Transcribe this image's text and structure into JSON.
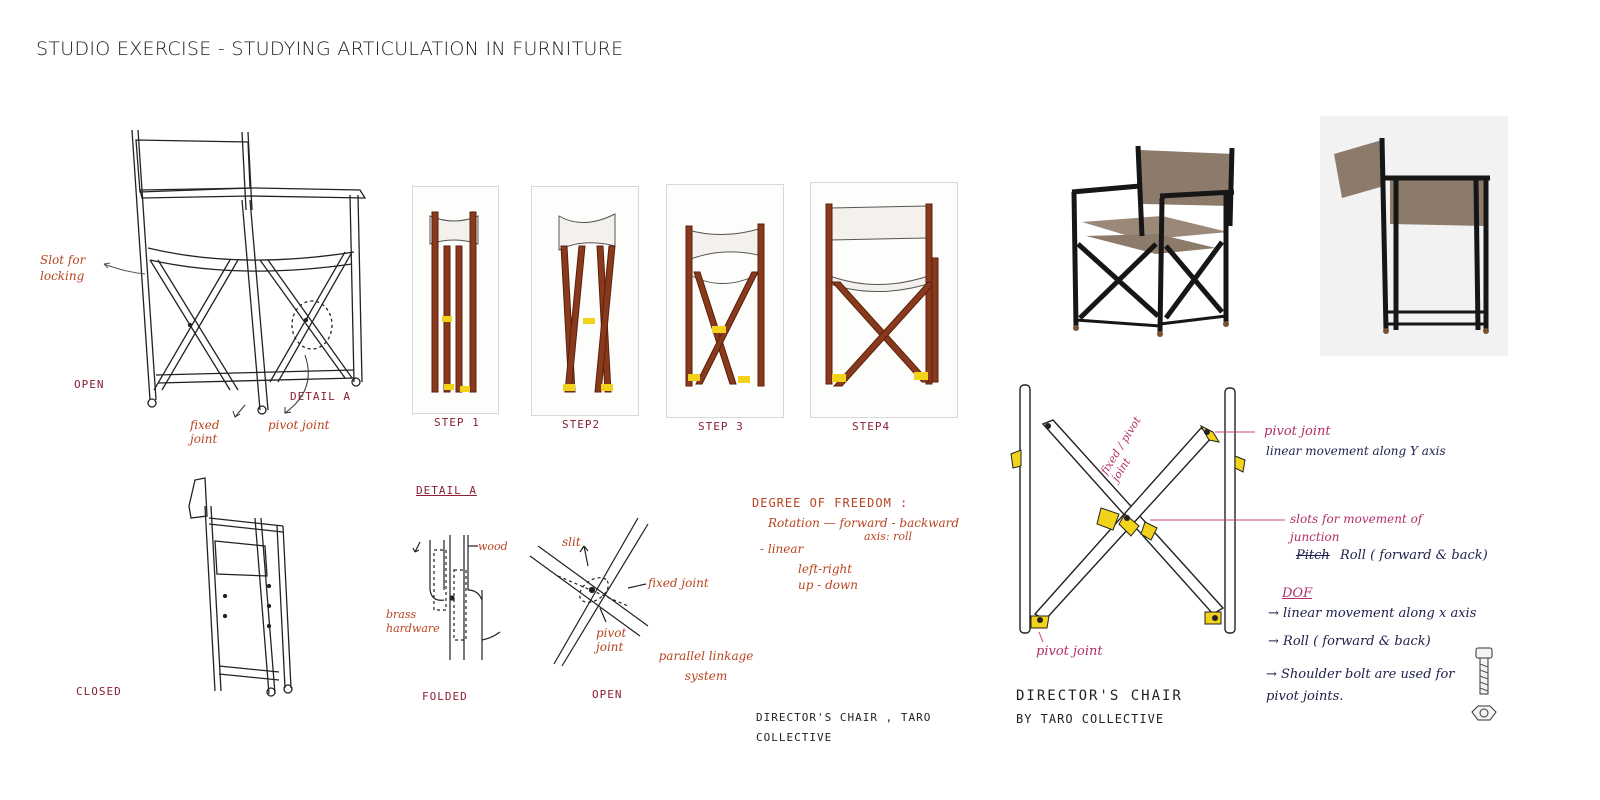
{
  "page": {
    "title": "STUDIO EXERCISE - STUDYING ARTICULATION IN FURNITURE"
  },
  "open_chair": {
    "slot_label": "Slot for locking",
    "state_label": "OPEN",
    "detail_label": "DETAIL A",
    "fixed_label": "fixed joint",
    "pivot_label": "pivot joint"
  },
  "closed_chair": {
    "state_label": "CLOSED"
  },
  "steps": [
    {
      "label": "STEP 1"
    },
    {
      "label": "STEP2"
    },
    {
      "label": "STEP 3"
    },
    {
      "label": "STEP4"
    }
  ],
  "detail_a": {
    "heading": "DETAIL A",
    "wood": "wood",
    "brass": "brass hardware",
    "slit": "slit",
    "fixed": "fixed joint",
    "pivot": "pivot joint",
    "linkage": "parallel linkage system",
    "folded": "FOLDED",
    "open": "OPEN"
  },
  "dof_notes": {
    "heading": "DEGREE OF FREEDOM :",
    "rotation": "Rotation — forward - backward",
    "axis": "axis: roll",
    "linear": "- linear",
    "lr": "left-right",
    "ud": "up - down",
    "credit": "DIRECTOR'S CHAIR , TARO COLLECTIVE"
  },
  "mechanism": {
    "diag_label": "fixed / pivot joint",
    "pivot_top": "pivot joint",
    "linear_y": "linear movement along Y axis",
    "slots": "slots for movement of junction",
    "roll": "Roll ( forward & back)",
    "roll_struck": "Pitch",
    "dof": "DOF",
    "dof_1": "→ linear movement along x axis",
    "dof_2": "→ Roll ( forward & back)",
    "dof_3": "→ Shoulder bolt are used for pivot joints.",
    "pivot_bottom": "pivot joint",
    "credit_1": "DIRECTOR'S CHAIR",
    "credit_2": "BY TARO COLLECTIVE"
  },
  "colors": {
    "accent_red": "#b8441f",
    "maroon": "#8a1f33",
    "pink": "#b0306a",
    "wood": "#8a3a1c",
    "brass": "#f2d21a",
    "fabric": "#8c7a6b"
  }
}
